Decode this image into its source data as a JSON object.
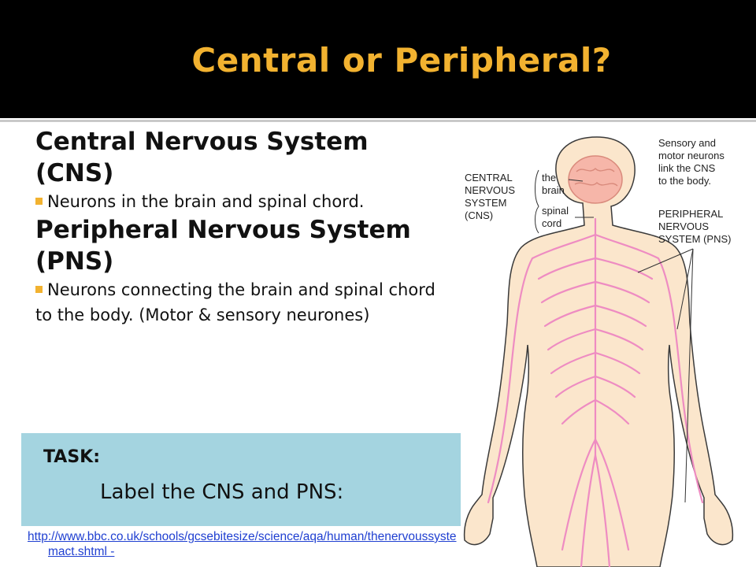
{
  "slide": {
    "title": "Central or Peripheral?",
    "cns_heading": "Central Nervous System (CNS)",
    "cns_bullet": "Neurons in the brain and spinal chord.",
    "pns_heading": "Peripheral Nervous System (PNS)",
    "pns_bullet": "Neurons connecting the brain and spinal chord to the body. (Motor & sensory neurones)",
    "task_label": "TASK:",
    "task_text": "Label the CNS and PNS:",
    "link_line1": "http://www.bbc.co.uk/schools/gcsebitesize/science/aqa/human/thenervoussyste",
    "link_line2": "mact.shtml -"
  },
  "diagram": {
    "cns_label_1": "CENTRAL",
    "cns_label_2": "NERVOUS",
    "cns_label_3": "SYSTEM",
    "cns_label_4": "(CNS)",
    "the_brain_1": "the",
    "the_brain_2": "brain",
    "spinal_cord_1": "spinal",
    "spinal_cord_2": "cord",
    "note_1": "Sensory and",
    "note_2": "motor neurons",
    "note_3": "link the CNS",
    "note_4": "to the body.",
    "pns_label_1": "PERIPHERAL",
    "pns_label_2": "NERVOUS",
    "pns_label_3": "SYSTEM (PNS)"
  },
  "colors": {
    "title": "#f2b230",
    "bullet_marker": "#f2b230",
    "task_box": "#a4d4e0",
    "body_fill": "#fbe6cc",
    "body_outline": "#3a3a3a",
    "nerves": "#ee8cc2",
    "brain": "#f6b6a9",
    "link": "#1f3fd1"
  }
}
